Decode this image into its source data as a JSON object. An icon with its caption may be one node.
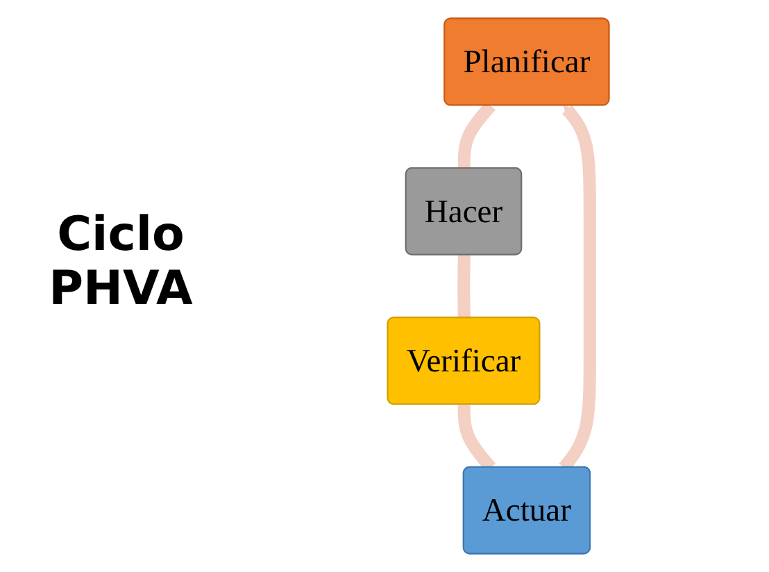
{
  "diagram": {
    "title": "Ciclo PHVA",
    "nodes": [
      {
        "text": [
          "Planificar"
        ]
      },
      {
        "text": [
          "Hacer"
        ]
      },
      {
        "text": [
          "Verificar"
        ]
      },
      {
        "text": [
          "Actuar"
        ]
      }
    ],
    "edges": [
      {
        "from": 0,
        "to": 1,
        "arrow": "none"
      },
      {
        "from": 1,
        "to": 2,
        "arrow": "none"
      },
      {
        "from": 2,
        "to": 3,
        "arrow": "none"
      },
      {
        "from": 3,
        "to": 0,
        "arrow": "to"
      }
    ]
  }
}
